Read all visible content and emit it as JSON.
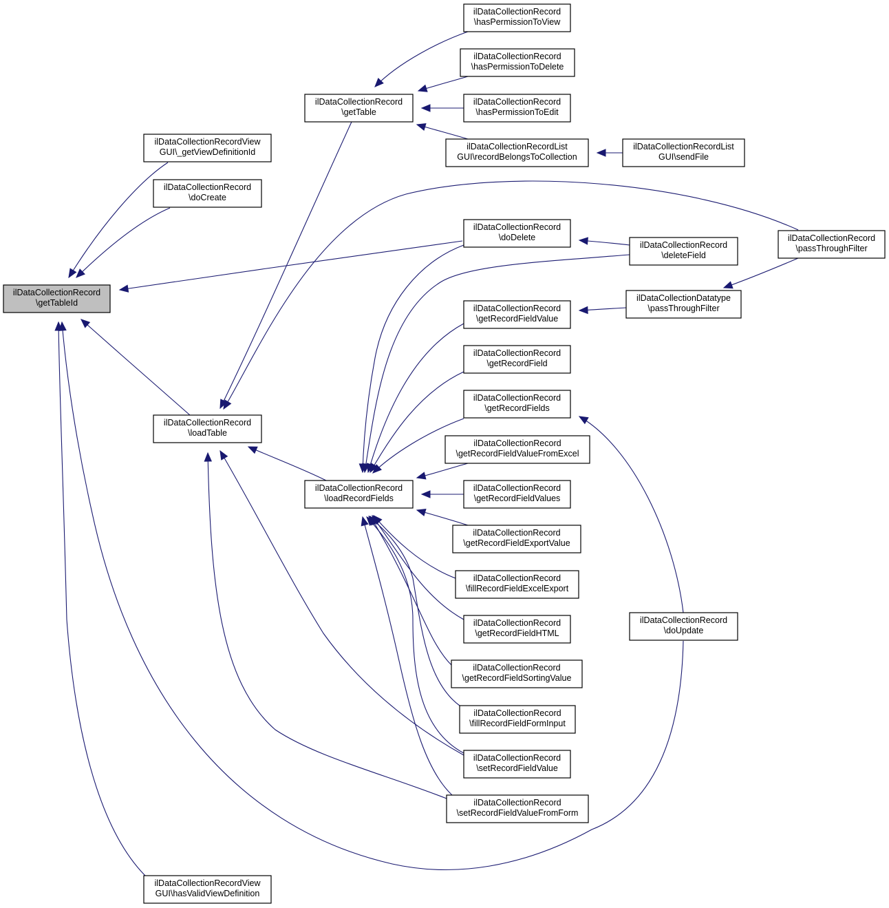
{
  "graph": {
    "root": "getTableId",
    "nodes": [
      {
        "id": "getTableId",
        "lines": [
          "ilDataCollectionRecord",
          "\\getTableId"
        ],
        "root": true
      },
      {
        "id": "getViewDefinitionId",
        "lines": [
          "ilDataCollectionRecordView",
          "GUI\\_getViewDefinitionId"
        ]
      },
      {
        "id": "doCreate",
        "lines": [
          "ilDataCollectionRecord",
          "\\doCreate"
        ]
      },
      {
        "id": "loadTable",
        "lines": [
          "ilDataCollectionRecord",
          "\\loadTable"
        ]
      },
      {
        "id": "hasValidViewDefinition",
        "lines": [
          "ilDataCollectionRecordView",
          "GUI\\hasValidViewDefinition"
        ]
      },
      {
        "id": "getTable",
        "lines": [
          "ilDataCollectionRecord",
          "\\getTable"
        ]
      },
      {
        "id": "loadRecordFields",
        "lines": [
          "ilDataCollectionRecord",
          "\\loadRecordFields"
        ]
      },
      {
        "id": "hasPermissionToView",
        "lines": [
          "ilDataCollectionRecord",
          "\\hasPermissionToView"
        ]
      },
      {
        "id": "hasPermissionToDelete",
        "lines": [
          "ilDataCollectionRecord",
          "\\hasPermissionToDelete"
        ]
      },
      {
        "id": "hasPermissionToEdit",
        "lines": [
          "ilDataCollectionRecord",
          "\\hasPermissionToEdit"
        ]
      },
      {
        "id": "recordBelongsToCollection",
        "lines": [
          "ilDataCollectionRecordList",
          "GUI\\recordBelongsToCollection"
        ]
      },
      {
        "id": "doDelete",
        "lines": [
          "ilDataCollectionRecord",
          "\\doDelete"
        ]
      },
      {
        "id": "getRecordFieldValue",
        "lines": [
          "ilDataCollectionRecord",
          "\\getRecordFieldValue"
        ]
      },
      {
        "id": "getRecordField",
        "lines": [
          "ilDataCollectionRecord",
          "\\getRecordField"
        ]
      },
      {
        "id": "getRecordFields",
        "lines": [
          "ilDataCollectionRecord",
          "\\getRecordFields"
        ]
      },
      {
        "id": "getRecordFieldValueFromExcel",
        "lines": [
          "ilDataCollectionRecord",
          "\\getRecordFieldValueFromExcel"
        ]
      },
      {
        "id": "getRecordFieldValues",
        "lines": [
          "ilDataCollectionRecord",
          "\\getRecordFieldValues"
        ]
      },
      {
        "id": "getRecordFieldExportValue",
        "lines": [
          "ilDataCollectionRecord",
          "\\getRecordFieldExportValue"
        ]
      },
      {
        "id": "fillRecordFieldExcelExport",
        "lines": [
          "ilDataCollectionRecord",
          "\\fillRecordFieldExcelExport"
        ]
      },
      {
        "id": "getRecordFieldHTML",
        "lines": [
          "ilDataCollectionRecord",
          "\\getRecordFieldHTML"
        ]
      },
      {
        "id": "getRecordFieldSortingValue",
        "lines": [
          "ilDataCollectionRecord",
          "\\getRecordFieldSortingValue"
        ]
      },
      {
        "id": "fillRecordFieldFormInput",
        "lines": [
          "ilDataCollectionRecord",
          "\\fillRecordFieldFormInput"
        ]
      },
      {
        "id": "setRecordFieldValue",
        "lines": [
          "ilDataCollectionRecord",
          "\\setRecordFieldValue"
        ]
      },
      {
        "id": "setRecordFieldValueFromForm",
        "lines": [
          "ilDataCollectionRecord",
          "\\setRecordFieldValueFromForm"
        ]
      },
      {
        "id": "sendFile",
        "lines": [
          "ilDataCollectionRecordList",
          "GUI\\sendFile"
        ]
      },
      {
        "id": "deleteField",
        "lines": [
          "ilDataCollectionRecord",
          "\\deleteField"
        ]
      },
      {
        "id": "datatypePassThroughFilter",
        "lines": [
          "ilDataCollectionDatatype",
          "\\passThroughFilter"
        ]
      },
      {
        "id": "doUpdate",
        "lines": [
          "ilDataCollectionRecord",
          "\\doUpdate"
        ]
      },
      {
        "id": "recordPassThroughFilter",
        "lines": [
          "ilDataCollectionRecord",
          "\\passThroughFilter"
        ]
      }
    ],
    "edges": [
      {
        "from": "getViewDefinitionId",
        "to": "getTableId"
      },
      {
        "from": "doCreate",
        "to": "getTableId"
      },
      {
        "from": "doDelete",
        "to": "getTableId"
      },
      {
        "from": "loadTable",
        "to": "getTableId"
      },
      {
        "from": "hasValidViewDefinition",
        "to": "getTableId"
      },
      {
        "from": "doUpdate",
        "to": "getTableId"
      },
      {
        "from": "getTable",
        "to": "loadTable"
      },
      {
        "from": "recordPassThroughFilter",
        "to": "loadTable"
      },
      {
        "from": "loadRecordFields",
        "to": "loadTable"
      },
      {
        "from": "setRecordFieldValue",
        "to": "loadTable"
      },
      {
        "from": "setRecordFieldValueFromForm",
        "to": "loadTable"
      },
      {
        "from": "hasPermissionToView",
        "to": "getTable"
      },
      {
        "from": "hasPermissionToDelete",
        "to": "getTable"
      },
      {
        "from": "hasPermissionToEdit",
        "to": "getTable"
      },
      {
        "from": "recordBelongsToCollection",
        "to": "getTable"
      },
      {
        "from": "sendFile",
        "to": "recordBelongsToCollection"
      },
      {
        "from": "deleteField",
        "to": "doDelete"
      },
      {
        "from": "datatypePassThroughFilter",
        "to": "getRecordFieldValue"
      },
      {
        "from": "recordPassThroughFilter",
        "to": "datatypePassThroughFilter"
      },
      {
        "from": "doUpdate",
        "to": "getRecordFields"
      },
      {
        "from": "doDelete",
        "to": "loadRecordFields"
      },
      {
        "from": "deleteField",
        "to": "loadRecordFields"
      },
      {
        "from": "getRecordFieldValue",
        "to": "loadRecordFields"
      },
      {
        "from": "getRecordField",
        "to": "loadRecordFields"
      },
      {
        "from": "getRecordFields",
        "to": "loadRecordFields"
      },
      {
        "from": "getRecordFieldValueFromExcel",
        "to": "loadRecordFields"
      },
      {
        "from": "getRecordFieldValues",
        "to": "loadRecordFields"
      },
      {
        "from": "getRecordFieldExportValue",
        "to": "loadRecordFields"
      },
      {
        "from": "fillRecordFieldExcelExport",
        "to": "loadRecordFields"
      },
      {
        "from": "getRecordFieldHTML",
        "to": "loadRecordFields"
      },
      {
        "from": "getRecordFieldSortingValue",
        "to": "loadRecordFields"
      },
      {
        "from": "fillRecordFieldFormInput",
        "to": "loadRecordFields"
      },
      {
        "from": "setRecordFieldValue",
        "to": "loadRecordFields"
      },
      {
        "from": "setRecordFieldValueFromForm",
        "to": "loadRecordFields"
      }
    ]
  }
}
